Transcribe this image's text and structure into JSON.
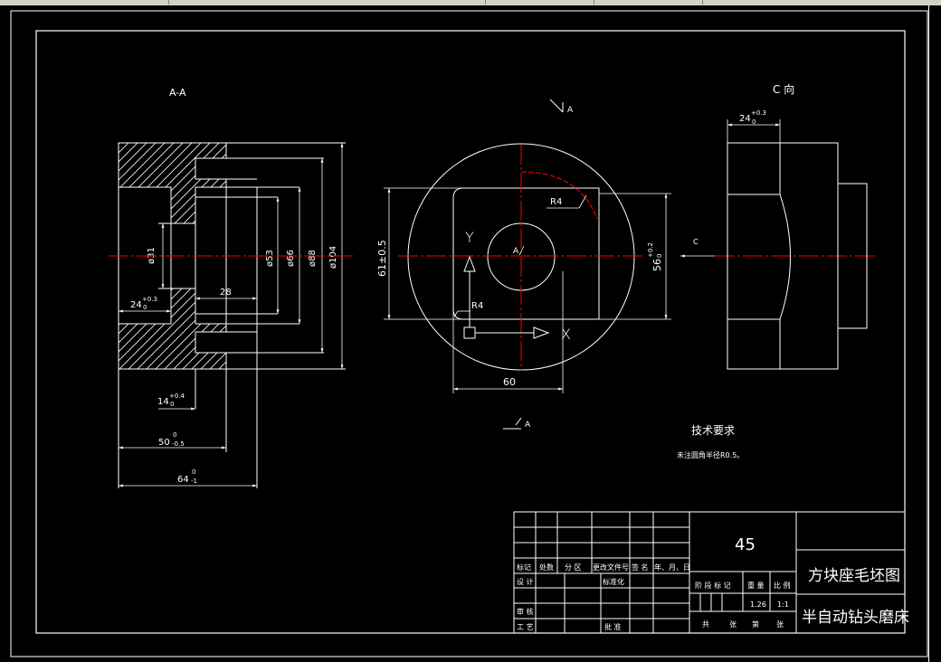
{
  "window": {
    "tabs": [
      "",
      "",
      "",
      "",
      ""
    ]
  },
  "drawing": {
    "views": {
      "section_title": "A-A",
      "side_view_title": "C 向",
      "section_mark_top": "A",
      "section_mark_bottom": "A",
      "view_arrow_label": "C",
      "center_label": "A",
      "axis_y": "Y",
      "axis_x": "X"
    },
    "dims": {
      "d31": "ø31",
      "d53": "ø53",
      "d66": "ø66",
      "d88": "ø88",
      "d104": "ø104",
      "len28": "28",
      "len24_left": "24",
      "len24_left_tol": "+0.3",
      "len24_left_zero": "0",
      "len14": "14",
      "len14_tol": "+0.4",
      "len14_zero": "0",
      "len50": "50",
      "len50_tol_up": "0",
      "len50_tol_low": "-0.5",
      "len64": "64",
      "len64_tol_up": "0",
      "len64_tol_low": "-1",
      "r4_top": "R4",
      "r4_bottom": "R4",
      "len61": "61±0.5",
      "len56": "56",
      "len56_tol": "+0.2",
      "len56_zero": "0",
      "len60": "60",
      "len24_right": "24",
      "len24_right_tol": "+0.3",
      "len24_right_zero": "0"
    },
    "notes": {
      "title": "技术要求",
      "text": "未注圆角半径R0.5。"
    }
  },
  "title_block": {
    "material": "45",
    "part_name": "方块座毛坯图",
    "machine_name": "半自动钻头磨床",
    "row_labels": [
      "标记",
      "处数",
      "分 区",
      "更改文件号",
      "签 名",
      "年、月、日"
    ],
    "design": "设 计",
    "standardize": "标准化",
    "review": "审 核",
    "process": "工 艺",
    "approve": "批 准",
    "stage_mark": "阶 段 标 记",
    "weight": "重 量",
    "scale": "比 例",
    "weight_value": "1.26",
    "scale_value": "1:1",
    "sheets": [
      "共",
      "张",
      "第",
      "张"
    ]
  },
  "colors": {
    "line": "#ffffff",
    "center": "#ff0000",
    "topbar": "#d4d0c8"
  }
}
